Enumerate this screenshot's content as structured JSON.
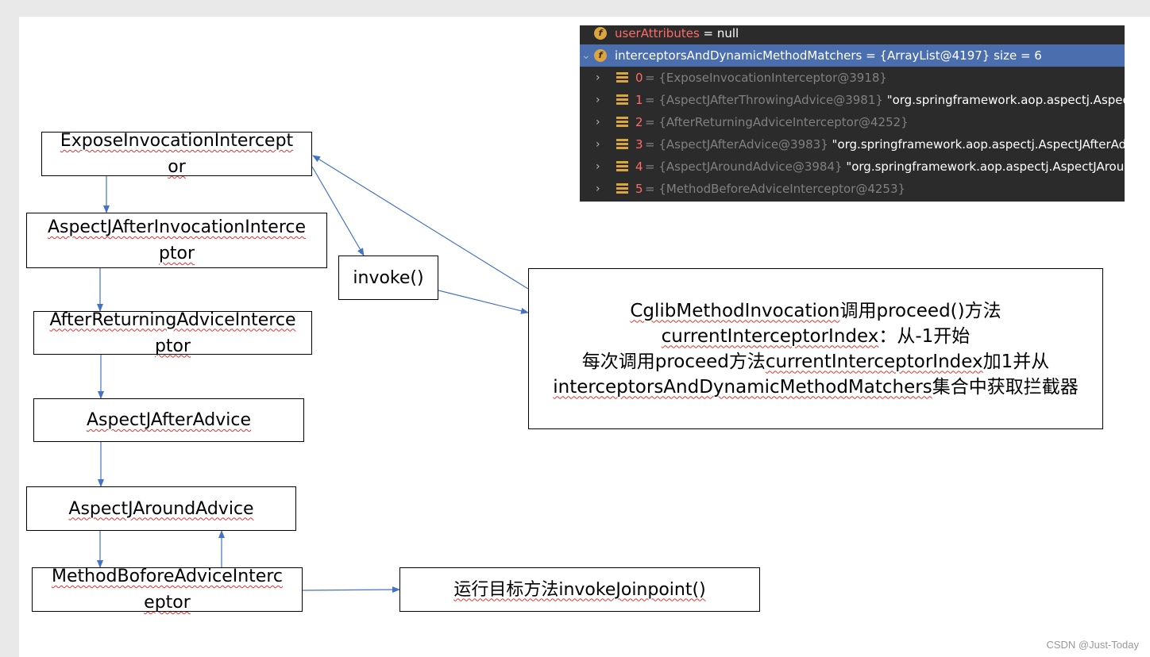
{
  "debugger": {
    "rows": [
      {
        "name": "userAttributes",
        "rest": " = null"
      },
      {
        "name": "interceptorsAndDynamicMethodMatchers",
        "rest": " = {ArrayList@4197}  size = 6"
      }
    ],
    "items": [
      {
        "index": "0",
        "value": " = {ExposeInvocationInterceptor@3918}",
        "extra": ""
      },
      {
        "index": "1",
        "value": " = {AspectJAfterThrowingAdvice@3981}",
        "extra": " \"org.springframework.aop.aspectj.AspectJAfterThrowingAdvice"
      },
      {
        "index": "2",
        "value": " = {AfterReturningAdviceInterceptor@4252}",
        "extra": ""
      },
      {
        "index": "3",
        "value": " = {AspectJAfterAdvice@3983}",
        "extra": " \"org.springframework.aop.aspectj.AspectJAfterAdvice"
      },
      {
        "index": "4",
        "value": " = {AspectJAroundAdvice@3984}",
        "extra": " \"org.springframework.aop.aspectj.AspectJAroundAdvice"
      },
      {
        "index": "5",
        "value": " = {MethodBeforeAdviceInterceptor@4253}",
        "extra": ""
      }
    ]
  },
  "chain": {
    "expose_line1": "ExposeInvocationIntercept",
    "expose_line2": "or",
    "after_invocation_line1": "AspectJAfterInvocationInterce",
    "after_invocation_line2": "ptor",
    "after_returning_line1": "AfterReturningAdviceInterce",
    "after_returning_line2": "ptor",
    "after_advice": "AspectJAfterAdvice",
    "around_advice": "AspectJAroundAdvice",
    "method_before_line1": "MethodBoforeAdviceInterc",
    "method_before_line2": "eptor"
  },
  "invoke_label": "invoke()",
  "target_label": "运行目标方法invokeJoinpoint()",
  "explanation": {
    "line1_a": "CglibMethodInvocation",
    "line1_b": "调用proceed()方法",
    "line2_a": "currentInterceptorIndex",
    "line2_b": "：从-1开始",
    "line3_a": "每次调用proceed方法",
    "line3_b": "currentInterceptorIndex",
    "line3_c": "加1并从",
    "line4_a": "interceptorsAndDynamicMethodMatchers",
    "line4_b": "集合中获取拦截器"
  },
  "watermark": "CSDN @Just-Today",
  "colors": {
    "arrow": "#4472c4",
    "debugger_bg": "#2b2b2b",
    "selection": "#4b6eaf",
    "index_red": "#ff6b68"
  }
}
